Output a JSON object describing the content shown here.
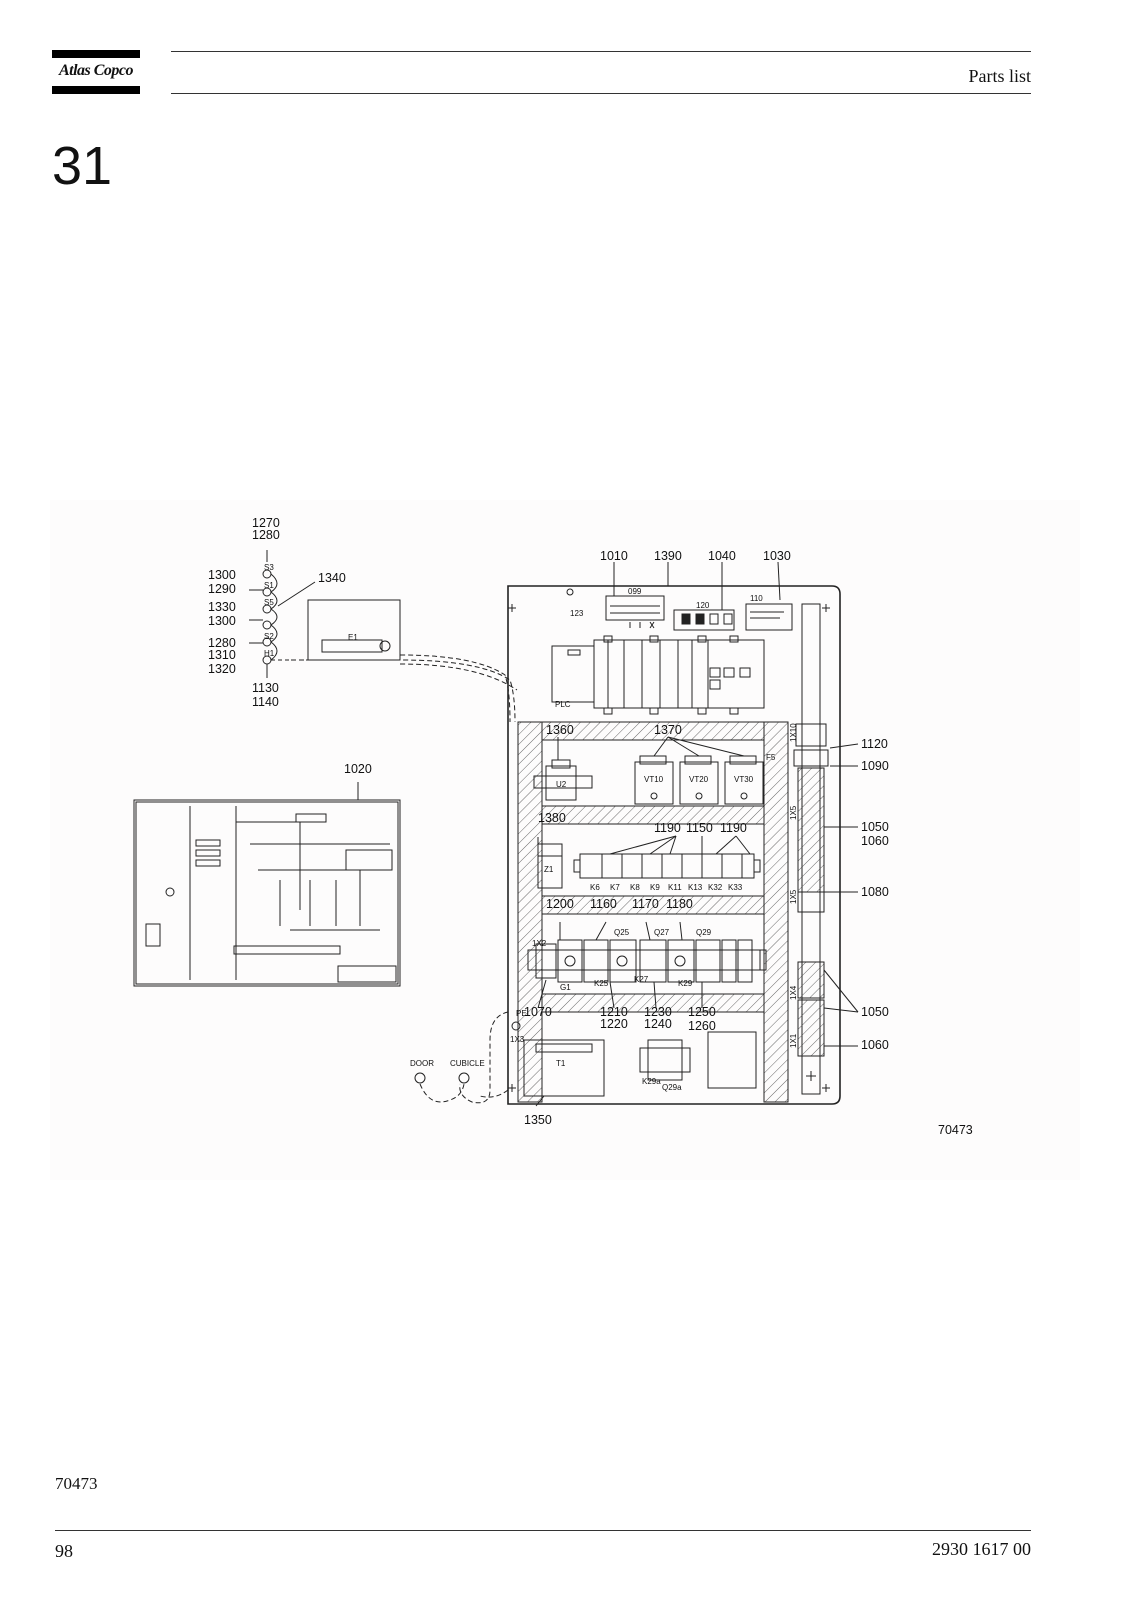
{
  "header": {
    "logo_text": "Atlas Copco",
    "title": "Parts list"
  },
  "section_number": "31",
  "figure": {
    "callouts": {
      "c1270": "1270",
      "c1280a": "1280",
      "c1300a": "1300",
      "c1290": "1290",
      "c1330": "1330",
      "c1300b": "1300",
      "c1280b": "1280",
      "c1310": "1310",
      "c1320": "1320",
      "c1130": "1130",
      "c1140": "1140",
      "c1340": "1340",
      "c1010": "1010",
      "c1390": "1390",
      "c1040": "1040",
      "c1030": "1030",
      "c1020": "1020",
      "c1360": "1360",
      "c1370": "1370",
      "c1120": "1120",
      "c1090": "1090",
      "c1380": "1380",
      "c1190a": "1190",
      "c1150": "1150",
      "c1190b": "1190",
      "c1050a": "1050",
      "c1060a": "1060",
      "c1080": "1080",
      "c1200": "1200",
      "c1160": "1160",
      "c1170": "1170",
      "c1180": "1180",
      "c1070": "1070",
      "c1210": "1210",
      "c1220": "1220",
      "c1230": "1230",
      "c1240": "1240",
      "c1250": "1250",
      "c1260": "1260",
      "c1050b": "1050",
      "c1060b": "1060",
      "c1350": "1350"
    },
    "labels": {
      "s3": "S3",
      "s1": "S1",
      "s5": "S5",
      "s2": "S2",
      "h1": "H1",
      "e1": "E1",
      "plc": "PLC",
      "l099": "099",
      "l123": "123",
      "l120": "120",
      "l110": "110",
      "u2": "U2",
      "vt10": "VT10",
      "vt20": "VT20",
      "vt30": "VT30",
      "z1": "Z1",
      "k6": "K6",
      "k7": "K7",
      "k8": "K8",
      "k9": "K9",
      "k11": "K11",
      "k13": "K13",
      "k32": "K32",
      "k33": "K33",
      "x10": "1X10",
      "x5a": "1X5",
      "x5b": "1X5",
      "x4": "1X4",
      "x1": "1X1",
      "f5": "F5",
      "x2": "1X2",
      "g1": "G1",
      "k25": "K25",
      "k27": "K27",
      "k29": "K29",
      "q25": "Q25",
      "q27": "Q27",
      "q29": "Q29",
      "pe": "PE",
      "x3": "1X3",
      "t1": "T1",
      "k29a": "K29a",
      "q29a": "Q29a",
      "door": "DOOR",
      "cubicle": "CUBICLE",
      "fig_code": "70473"
    }
  },
  "footer": {
    "drawing_code": "70473",
    "page_number": "98",
    "doc_number": "2930 1617 00"
  }
}
